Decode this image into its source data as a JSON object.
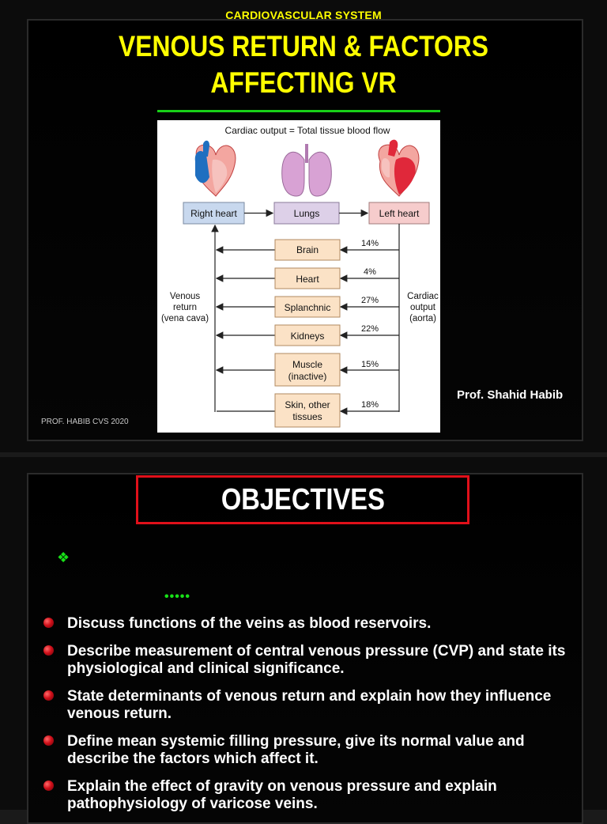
{
  "slide1": {
    "header": "CARDIOVASCULAR SYSTEM",
    "title_line1": "VENOUS RETURN & FACTORS",
    "title_line2": "AFFECTING VR",
    "author": "Prof. Shahid Habib",
    "footer": "PROF. HABIB CVS 2020",
    "figure": {
      "caption": "Cardiac output = Total tissue blood flow",
      "boxes": {
        "right_heart": "Right heart",
        "lungs": "Lungs",
        "left_heart": "Left heart"
      },
      "organs": [
        {
          "lines": [
            "Brain"
          ],
          "percent": "14%"
        },
        {
          "lines": [
            "Heart"
          ],
          "percent": "4%"
        },
        {
          "lines": [
            "Splanchnic"
          ],
          "percent": "27%"
        },
        {
          "lines": [
            "Kidneys"
          ],
          "percent": "22%"
        },
        {
          "lines": [
            "Muscle",
            "(inactive)"
          ],
          "percent": "15%"
        },
        {
          "lines": [
            "Skin, other",
            "tissues"
          ],
          "percent": "18%"
        }
      ],
      "venous_label": [
        "Venous",
        "return",
        "(vena cava)"
      ],
      "cardiac_label": [
        "Cardiac",
        "output",
        "(aorta)"
      ]
    }
  },
  "slide2": {
    "title": "OBJECTIVES",
    "diamond": "❖",
    "dots": "•••••",
    "objectives": [
      "Discuss functions of the veins as blood reservoirs.",
      "Describe measurement of central venous pressure (CVP) and state its physiological and clinical significance.",
      "State determinants of venous return and explain how they influence venous return.",
      "Define mean systemic filling pressure, give its normal value and describe the factors which affect it.",
      "Explain the effect of gravity on venous pressure and explain pathophysiology of varicose veins."
    ]
  },
  "colors": {
    "title_yellow": "#ffff00",
    "rule_green": "#18d018",
    "objectives_red": "#e0101a",
    "box_right_heart": "#c8d8ee",
    "box_lungs": "#ddd0e8",
    "box_left_heart": "#f6cccc",
    "box_organ": "#fbe2c6"
  }
}
